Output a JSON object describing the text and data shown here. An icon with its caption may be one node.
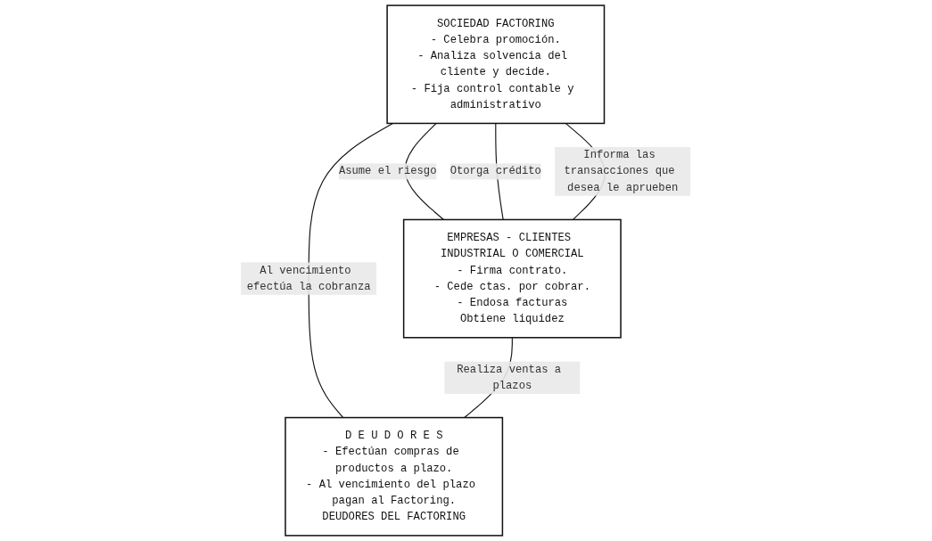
{
  "diagram": {
    "nodes": [
      {
        "text": [
          "SOCIEDAD FACTORING",
          "- Celebra promoción.",
          "- Analiza solvencia del cliente y decide.",
          "- Fija control contable y administrativo"
        ]
      },
      {
        "text": [
          "EMPRESAS - CLIENTES INDUSTRIAL O COMERCIAL",
          "- Firma contrato.",
          "- Cede ctas. por cobrar.",
          "- Endosa facturas",
          "Obtiene liquidez"
        ]
      },
      {
        "text": [
          "D E U D O R E S",
          "- Efectúan compras de productos a plazo.",
          "- Al vencimiento del plazo pagan al Factoring.",
          "DEUDORES DEL FACTORING"
        ]
      }
    ],
    "edges": [
      {
        "from": 0,
        "to": 1,
        "arrow": "none",
        "label": "Asume el riesgo"
      },
      {
        "from": 0,
        "to": 1,
        "arrow": "none",
        "label": "Otorga crédito"
      },
      {
        "from": 0,
        "to": 1,
        "arrow": "none",
        "label": "Informa las transacciones que desea le aprueben"
      },
      {
        "from": 0,
        "to": 2,
        "arrow": "none",
        "label": "Al vencimiento efectúa la cobranza"
      },
      {
        "from": 1,
        "to": 2,
        "arrow": "none",
        "label": "Realiza ventas a plazos"
      }
    ]
  }
}
